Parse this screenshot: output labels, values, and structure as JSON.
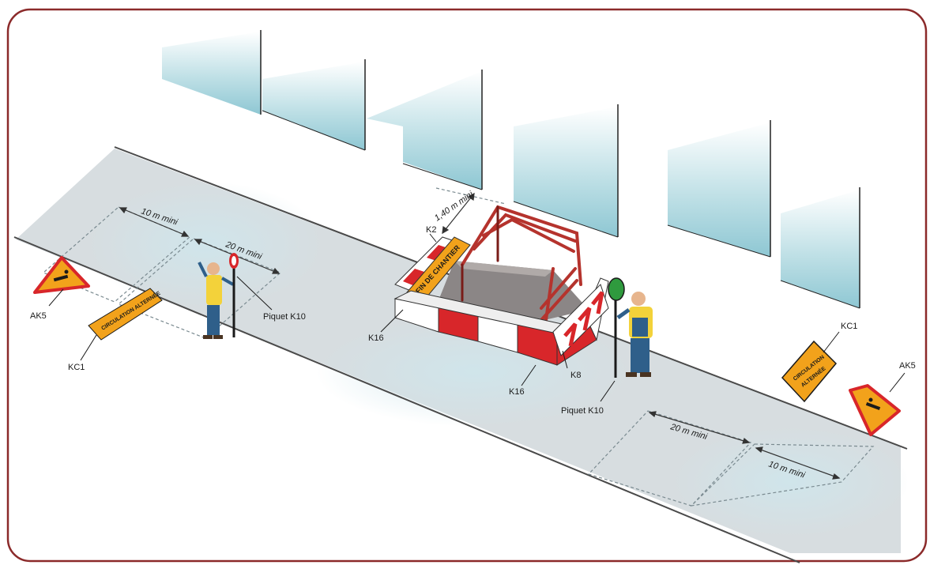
{
  "labels": {
    "aks_left": "AK5",
    "aks_right": "AK5",
    "kc1_left": "KC1",
    "kc1_right": "KC1",
    "k2": "K2",
    "k8": "K8",
    "k16_left": "K16",
    "k16_bottom": "K16",
    "piquet_left": "Piquet K10",
    "piquet_right": "Piquet K10"
  },
  "dimensions": {
    "d_10_left": "10 m mini",
    "d_20_left": "20 m mini",
    "d_140": "1,40 m mini",
    "d_20_right": "20 m mini",
    "d_10_right": "10 m mini"
  },
  "signs": {
    "circulation_left": "CIRCULATION ALTERNÉE",
    "circulation_right_line1": "CIRCULATION",
    "circulation_right_line2": "ALTERNÉE",
    "fin_chantier": "FIN DE CHANTIER"
  },
  "colors": {
    "frame_border": "#8b2a2a",
    "road": "#d6dde1",
    "building": "#a8d3dc",
    "sign_orange": "#f2a21b",
    "barrier_red": "#d8262a",
    "vest": "#f3d23a",
    "worker_blue": "#2f5f8a"
  }
}
